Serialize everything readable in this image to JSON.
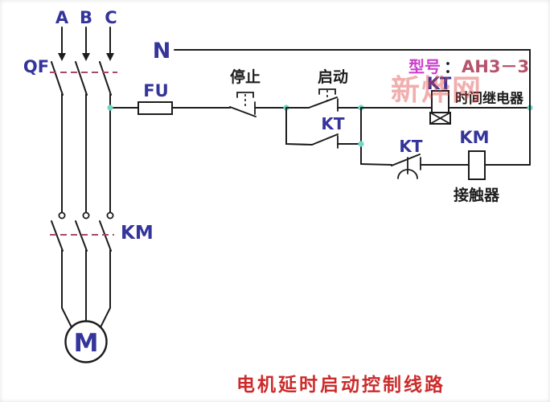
{
  "diagram": {
    "caption": "电机延时启动控制线路",
    "watermark": "新烨网",
    "model": {
      "label": "型号",
      "colon": "：",
      "value": "AH3－3"
    },
    "power": {
      "phase_a": "A",
      "phase_b": "B",
      "phase_c": "C",
      "neutral": "N"
    },
    "components": {
      "breaker_label": "QF",
      "fuse_label": "FU",
      "stop_label": "停止",
      "start_label": "启动",
      "kt_selflock_label": "KT",
      "kt_coil_label": "KT",
      "kt_coil_note": "时间继电器",
      "kt_delayed_label": "KT",
      "km_coil_label": "KM",
      "km_coil_note": "接触器",
      "km_main_label": "KM",
      "motor_label": "M"
    },
    "colors": {
      "label_blue": "#34349b",
      "wire_black": "#1c1c1c",
      "model_label_magenta": "#cc3fcc",
      "model_value_red": "#b5536b",
      "caption_red": "#cc2b2b",
      "watermark_red": "#e04040",
      "linkage_dashed_red": "#a8486a",
      "junction_teal": "#6fd9c6",
      "background": "#ffffff"
    }
  }
}
